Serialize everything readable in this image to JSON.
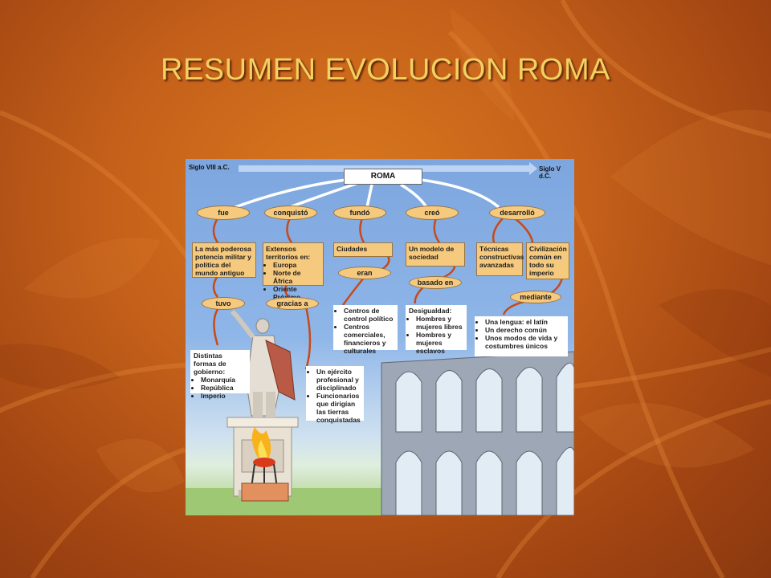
{
  "slide": {
    "title": "RESUMEN EVOLUCION ROMA"
  },
  "diagram": {
    "timeline": {
      "start": "Siglo VIII a.C.",
      "end": "Siglo V d.C."
    },
    "root": "ROMA",
    "branches": [
      {
        "label": "fue"
      },
      {
        "label": "conquistó"
      },
      {
        "label": "fundó"
      },
      {
        "label": "creó"
      },
      {
        "label": "desarrolló"
      }
    ],
    "box_fue": "La más poderosa potencia militar y política del mundo antiguo",
    "box_conquisto": {
      "heading": "Extensos territorios en:",
      "items": [
        "Europa",
        "Norte de África",
        "Oriente Próximo"
      ]
    },
    "box_fundo": "Ciudades",
    "box_creo": "Un modelo de sociedad",
    "box_tecnicas": "Técnicas constructivas avanzadas",
    "box_civilizacion": "Civilización común en todo su imperio",
    "link_eran": "eran",
    "link_basado": "basado en",
    "link_tuvo": "tuvo",
    "link_gracias": "gracias a",
    "link_mediante": "mediante",
    "out_ciudades": [
      "Centros de control político",
      "Centros comerciales, financieros y culturales"
    ],
    "out_sociedad": {
      "heading": "Desigualdad:",
      "items": [
        "Hombres y mujeres libres",
        "Hombres y mujeres esclavos"
      ]
    },
    "out_civilizacion": [
      "Una lengua: el latín",
      "Un derecho común",
      "Unos modos de vida y costumbres únicos"
    ],
    "out_gobierno": {
      "heading": "Distintas formas de gobierno:",
      "items": [
        "Monarquía",
        "República",
        "Imperio"
      ]
    },
    "out_ejercito": [
      "Un ejército profesional y disciplinado",
      "Funcionarios que dirigían las tierras conquistadas"
    ]
  },
  "colors": {
    "title": "#f2d061",
    "box_fill": "#f6ca7e",
    "arrow": "#c8491a",
    "sky": "#8fb6e8"
  }
}
